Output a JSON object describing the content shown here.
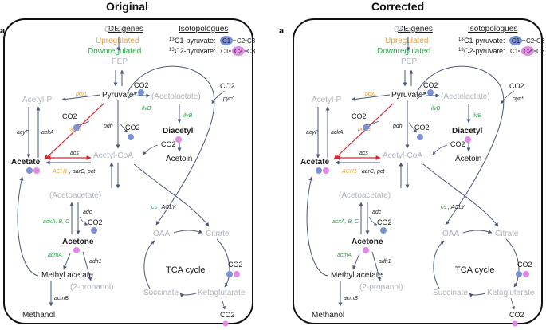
{
  "panels": [
    {
      "heading": "Original",
      "label": "a",
      "legend": {
        "de_title": "DE genes",
        "upregulated": "Upregulated",
        "downregulated": "Downregulated",
        "iso_title": "Isotopologues",
        "iso1": "C1-pyruvate:",
        "iso2": "C2-pyruvate:",
        "sup": "13",
        "c1": "C1",
        "c2": "C2",
        "c3": "C3"
      },
      "metabolites": {
        "glucose": "Glucose",
        "pep": "PEP",
        "pyruvate": "Pyruvate",
        "acetyl_p": "Acetyl-P",
        "acetolactate": "(Acetolactate)",
        "diacetyl": "Diacetyl",
        "acetoin": "Acetoin",
        "acetate": "Acetate",
        "acetyl_coa": "Acetyl-CoA",
        "acetoacetate": "(Acetoacetate)",
        "acetone": "Acetone",
        "methyl_acetate": "Methyl acetate",
        "propanol": "(2-propanol)",
        "methanol": "Methanol",
        "oaa": "OAA",
        "citrate": "Citrate",
        "tca": "TCA cycle",
        "succinate": "Succinate",
        "ketoglutarate": "Ketoglutarate",
        "co2": "CO2"
      },
      "genes": {
        "poxl": "poxL",
        "poxb": "poxB",
        "ilvb": "ilvB",
        "pyc": "pyc^",
        "acyp": "acyP",
        "acka": "ackA",
        "pdh": "pdh",
        "acs": "acs",
        "ach1": "ACH1",
        "aarc_pct": ", aarC, pct",
        "cs": "cs",
        "acly": ", ACLY",
        "adc": "adc",
        "acx_green": "acxA, B, C",
        "acma": "acmA",
        "adh1": "adh1",
        "acmb": "acmB"
      }
    },
    {
      "heading": "Corrected",
      "label": "a",
      "legend": {
        "de_title": "DE genes",
        "upregulated": "Upregulated",
        "downregulated": "Downregulated",
        "iso_title": "Isotopologues",
        "iso1": "C1-pyruvate:",
        "iso2": "C2-pyruvate:",
        "sup": "13",
        "c1": "C1",
        "c2": "C2",
        "c3": "C3"
      },
      "metabolites": {
        "glucose": "Glucose",
        "pep": "PEP",
        "pyruvate": "Pyruvate",
        "acetyl_p": "Acetyl-P",
        "acetolactate": "(Acetolactate)",
        "diacetyl": "Diacetyl",
        "acetoin": "Acetoin",
        "acetate": "Acetate",
        "acetyl_coa": "Acetyl-CoA",
        "acetoacetate": "(Acetoacetate)",
        "acetone": "Acetone",
        "methyl_acetate": "Methyl acetate",
        "propanol": "(2-propanol)",
        "methanol": "Methanol",
        "oaa": "OAA",
        "citrate": "Citrate",
        "tca": "TCA cycle",
        "succinate": "Succinate",
        "ketoglutarate": "Ketoglutarate",
        "co2": "CO2"
      },
      "genes": {
        "poxl": "poxL",
        "poxb": "poxB",
        "ilvb": "ilvB",
        "pyc": "pyc*",
        "acyp": "acyP",
        "acka": "ackA",
        "pdh": "pdh",
        "acs": "acs",
        "ach1": "ACH1",
        "aarc_pct": ", aarC, pct",
        "cs": "cs",
        "acly": ", ACLY",
        "adc": "adc",
        "acx_green": "acxA, B, C",
        "acma": "acmA",
        "adh1": "adh1",
        "acmb": "acmB"
      }
    }
  ],
  "colors": {
    "up": "#e8a33a",
    "down": "#2aa84a",
    "grey": "#aeb4bd",
    "black": "#1a1a1a",
    "line": "#4a5878",
    "red": "#e0202a",
    "blue": "#7b91d6",
    "pink": "#e28ae6"
  }
}
